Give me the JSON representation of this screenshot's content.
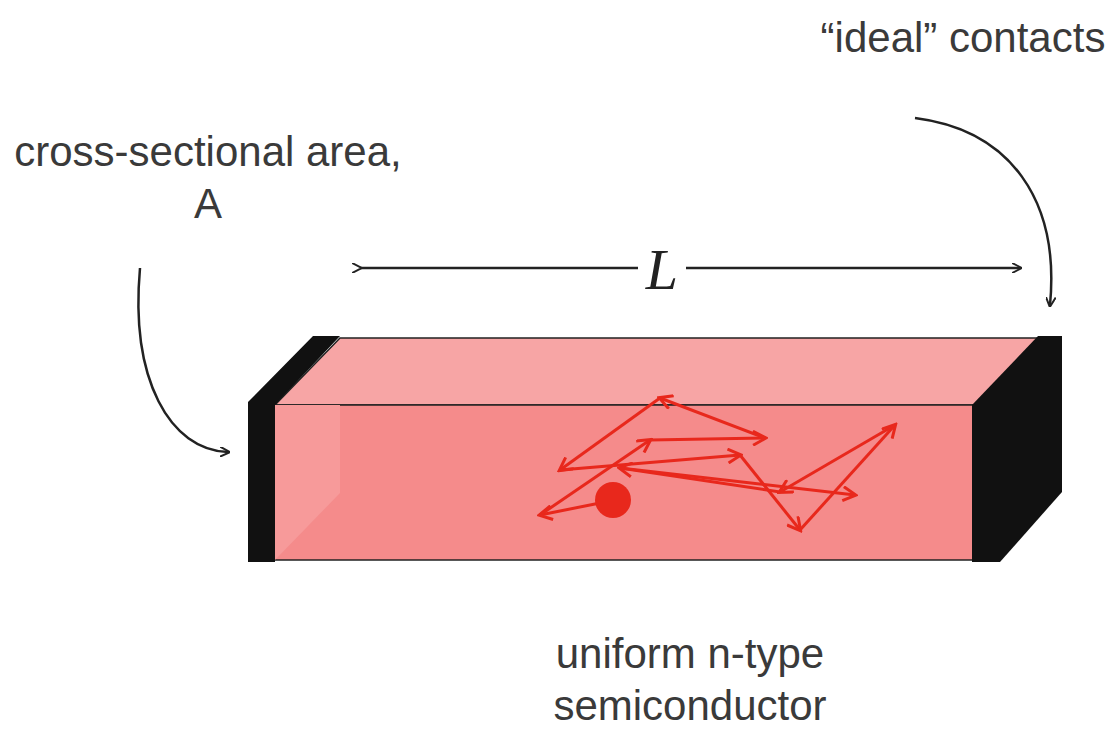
{
  "diagram": {
    "labels": [
      "“ideal” contacts",
      "cross-sectional area, A",
      "L",
      "uniform n-type semiconductor"
    ]
  }
}
